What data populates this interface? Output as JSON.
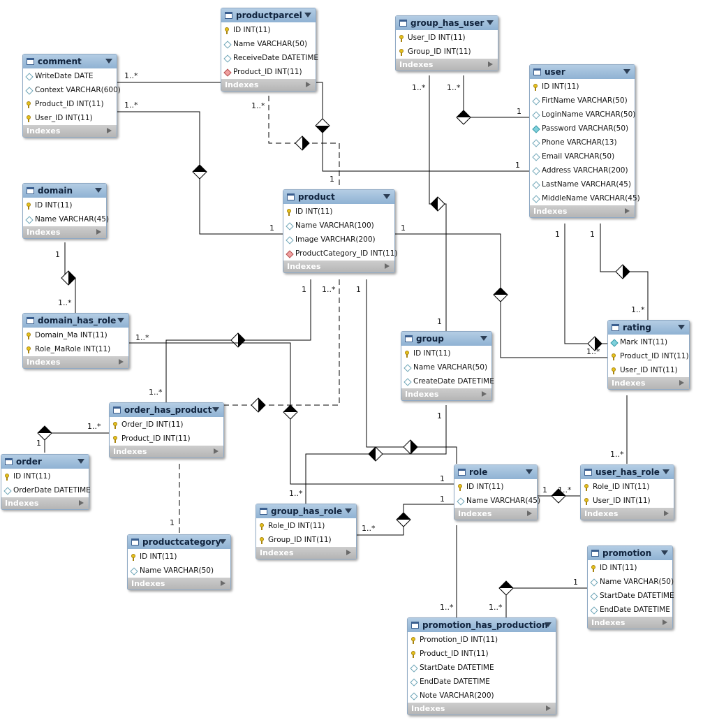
{
  "tables": [
    {
      "id": "productparcel",
      "name": "productparcel",
      "columns": [
        {
          "icon": "key",
          "text": "ID INT(11)"
        },
        {
          "icon": "column",
          "text": "Name VARCHAR(50)"
        },
        {
          "icon": "column",
          "text": "ReceiveDate DATETIME"
        },
        {
          "icon": "foreign-key",
          "text": "Product_ID INT(11)"
        }
      ],
      "indexes": "Indexes"
    },
    {
      "id": "group_has_user",
      "name": "group_has_user",
      "columns": [
        {
          "icon": "key",
          "text": "User_ID INT(11)"
        },
        {
          "icon": "key",
          "text": "Group_ID INT(11)"
        }
      ],
      "indexes": "Indexes"
    },
    {
      "id": "comment",
      "name": "comment",
      "columns": [
        {
          "icon": "column",
          "text": "WriteDate DATE"
        },
        {
          "icon": "column",
          "text": "Context VARCHAR(600)"
        },
        {
          "icon": "key",
          "text": "Product_ID INT(11)"
        },
        {
          "icon": "key",
          "text": "User_ID INT(11)"
        }
      ],
      "indexes": "Indexes"
    },
    {
      "id": "user",
      "name": "user",
      "columns": [
        {
          "icon": "key",
          "text": "ID INT(11)"
        },
        {
          "icon": "column",
          "text": "FirtName VARCHAR(50)"
        },
        {
          "icon": "column",
          "text": "LoginName VARCHAR(50)"
        },
        {
          "icon": "not-null",
          "text": "Password VARCHAR(50)"
        },
        {
          "icon": "column",
          "text": "Phone VARCHAR(13)"
        },
        {
          "icon": "column",
          "text": "Email VARCHAR(50)"
        },
        {
          "icon": "column",
          "text": "Address VARCHAR(200)"
        },
        {
          "icon": "column",
          "text": "LastName VARCHAR(45)"
        },
        {
          "icon": "column",
          "text": "MiddleName VARCHAR(45)"
        }
      ],
      "indexes": "Indexes"
    },
    {
      "id": "domain",
      "name": "domain",
      "columns": [
        {
          "icon": "key",
          "text": "ID INT(11)"
        },
        {
          "icon": "column",
          "text": "Name VARCHAR(45)"
        }
      ],
      "indexes": "Indexes"
    },
    {
      "id": "product",
      "name": "product",
      "columns": [
        {
          "icon": "key",
          "text": "ID INT(11)"
        },
        {
          "icon": "column",
          "text": "Name VARCHAR(100)"
        },
        {
          "icon": "column",
          "text": "Image VARCHAR(200)"
        },
        {
          "icon": "foreign-key",
          "text": "ProductCategory_ID INT(11)"
        }
      ],
      "indexes": "Indexes"
    },
    {
      "id": "domain_has_role",
      "name": "domain_has_role",
      "columns": [
        {
          "icon": "key",
          "text": "Domain_Ma INT(11)"
        },
        {
          "icon": "key",
          "text": "Role_MaRole INT(11)"
        }
      ],
      "indexes": "Indexes"
    },
    {
      "id": "group",
      "name": "group",
      "columns": [
        {
          "icon": "key",
          "text": "ID INT(11)"
        },
        {
          "icon": "column",
          "text": "Name VARCHAR(50)"
        },
        {
          "icon": "column",
          "text": "CreateDate DATETIME"
        }
      ],
      "indexes": "Indexes"
    },
    {
      "id": "rating",
      "name": "rating",
      "columns": [
        {
          "icon": "not-null",
          "text": "Mark INT(11)"
        },
        {
          "icon": "key",
          "text": "Product_ID INT(11)"
        },
        {
          "icon": "key",
          "text": "User_ID INT(11)"
        }
      ],
      "indexes": "Indexes"
    },
    {
      "id": "order_has_product",
      "name": "order_has_product",
      "columns": [
        {
          "icon": "key",
          "text": "Order_ID INT(11)"
        },
        {
          "icon": "key",
          "text": "Product_ID INT(11)"
        }
      ],
      "indexes": "Indexes"
    },
    {
      "id": "order",
      "name": "order",
      "columns": [
        {
          "icon": "key",
          "text": "ID INT(11)"
        },
        {
          "icon": "column",
          "text": "OrderDate DATETIME"
        }
      ],
      "indexes": "Indexes"
    },
    {
      "id": "role",
      "name": "role",
      "columns": [
        {
          "icon": "key",
          "text": "ID INT(11)"
        },
        {
          "icon": "column",
          "text": "Name VARCHAR(45)"
        }
      ],
      "indexes": "Indexes"
    },
    {
      "id": "user_has_role",
      "name": "user_has_role",
      "columns": [
        {
          "icon": "key",
          "text": "Role_ID INT(11)"
        },
        {
          "icon": "key",
          "text": "User_ID INT(11)"
        }
      ],
      "indexes": "Indexes"
    },
    {
      "id": "group_has_role",
      "name": "group_has_role",
      "columns": [
        {
          "icon": "key",
          "text": "Role_ID INT(11)"
        },
        {
          "icon": "key",
          "text": "Group_ID INT(11)"
        }
      ],
      "indexes": "Indexes"
    },
    {
      "id": "productcategory",
      "name": "productcategory",
      "columns": [
        {
          "icon": "key",
          "text": "ID INT(11)"
        },
        {
          "icon": "column",
          "text": "Name VARCHAR(50)"
        }
      ],
      "indexes": "Indexes"
    },
    {
      "id": "promotion",
      "name": "promotion",
      "columns": [
        {
          "icon": "key",
          "text": "ID INT(11)"
        },
        {
          "icon": "column",
          "text": "Name VARCHAR(50)"
        },
        {
          "icon": "column",
          "text": "StartDate DATETIME"
        },
        {
          "icon": "column",
          "text": "EndDate DATETIME"
        }
      ],
      "indexes": "Indexes"
    },
    {
      "id": "promotion_has_production",
      "name": "promotion_has_production",
      "columns": [
        {
          "icon": "key",
          "text": "Promotion_ID INT(11)"
        },
        {
          "icon": "key",
          "text": "Product_ID INT(11)"
        },
        {
          "icon": "column",
          "text": "StartDate DATETIME"
        },
        {
          "icon": "column",
          "text": "EndDate DATETIME"
        },
        {
          "icon": "column",
          "text": "Note VARCHAR(200)"
        }
      ],
      "indexes": "Indexes"
    }
  ],
  "relationships": [
    {
      "id": "comment-productparcel",
      "identifying": true,
      "labels": [
        "1..*"
      ]
    },
    {
      "id": "comment-product",
      "identifying": true,
      "labels": [
        "1..*",
        "1"
      ]
    },
    {
      "id": "productparcel-user",
      "identifying": true,
      "labels": [
        "1"
      ]
    },
    {
      "id": "productparcel-product",
      "identifying": false,
      "labels": [
        "1..*",
        "1"
      ]
    },
    {
      "id": "group_has_user-user",
      "identifying": true,
      "labels": [
        "1..*",
        "1"
      ]
    },
    {
      "id": "group_has_user-group",
      "identifying": true,
      "labels": [
        "1..*",
        "1"
      ]
    },
    {
      "id": "domain-domain_has_role",
      "identifying": true,
      "labels": [
        "1",
        "1..*"
      ]
    },
    {
      "id": "user-rating",
      "identifying": true,
      "labels": [
        "1",
        "1..*"
      ]
    },
    {
      "id": "user-rating-2",
      "identifying": true,
      "labels": [
        "1",
        "1..*"
      ]
    },
    {
      "id": "product-rating",
      "identifying": true,
      "labels": [
        "1"
      ]
    },
    {
      "id": "product-order_has_product",
      "identifying": true,
      "labels": [
        "1",
        "1..*"
      ]
    },
    {
      "id": "product-order_has_product-2",
      "identifying": false,
      "labels": [
        "1..*"
      ]
    },
    {
      "id": "domain_has_role-role",
      "identifying": true,
      "labels": [
        "1..*",
        "1..*",
        "1"
      ]
    },
    {
      "id": "product-role",
      "identifying": true,
      "labels": [
        "1"
      ]
    },
    {
      "id": "group-group_has_role",
      "identifying": true,
      "labels": [
        "1"
      ]
    },
    {
      "id": "order-order_has_product",
      "identifying": true,
      "labels": [
        "1",
        "1..*"
      ]
    },
    {
      "id": "order_has_product-productcategory",
      "identifying": false,
      "labels": [
        "1"
      ]
    },
    {
      "id": "role-user_has_role",
      "identifying": true,
      "labels": [
        "1",
        "1..*"
      ]
    },
    {
      "id": "rating-user_has_role",
      "identifying": false,
      "labels": [
        "1..*"
      ]
    },
    {
      "id": "role-group_has_role",
      "identifying": true,
      "labels": [
        "1",
        "1..*"
      ]
    },
    {
      "id": "role-promotion_has_production",
      "identifying": false,
      "labels": [
        "1..*"
      ]
    },
    {
      "id": "promotion-promotion_has_production",
      "identifying": true,
      "labels": [
        "1",
        "1..*"
      ]
    }
  ]
}
